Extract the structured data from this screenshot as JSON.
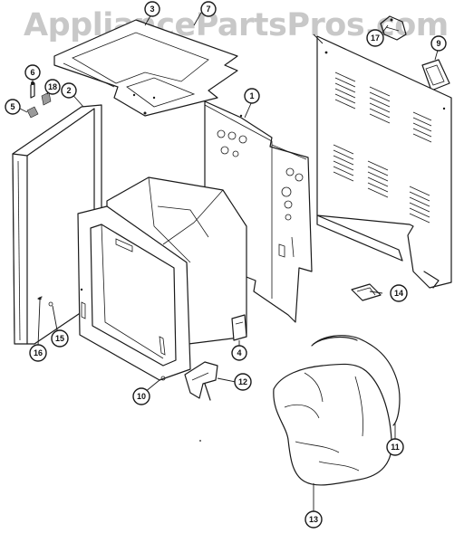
{
  "watermark": "AppliancePartsPros.com",
  "callouts": [
    "1",
    "2",
    "3",
    "4",
    "5",
    "6",
    "7",
    "9",
    "10",
    "11",
    "12",
    "13",
    "14",
    "15",
    "16",
    "17",
    "18"
  ]
}
